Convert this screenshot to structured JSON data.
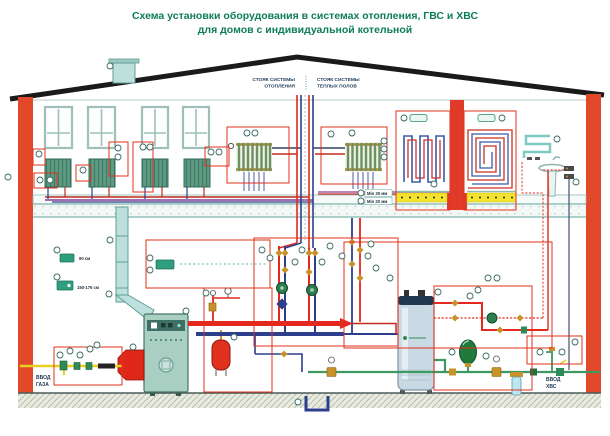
{
  "title": {
    "line1": "Схема установки оборудования в системах отопления, ГВС и ХВС",
    "line2": "для домов с индивидуальной котельной"
  },
  "risers": {
    "heating_line1": "СТОЯК СИСТЕМЫ",
    "heating_line2": "ОТОПЛЕНИЯ",
    "floors_line1": "СТОЯК СИСТЕМЫ",
    "floors_line2": "ТЕПЛЫХ ПОЛОВ"
  },
  "underfloor": {
    "screed_min": "Min 30 мм",
    "pipe_min": "Min 20 мм"
  },
  "mounting_heights": {
    "thermostat": "90 см",
    "panel": "150-175 см"
  },
  "inlets": {
    "gas_word1": "ВВОД",
    "gas_word2": "ГАЗА",
    "cold_water_word1": "ВВОД",
    "cold_water_word2": "ХВС"
  },
  "colors": {
    "title_green": "#0E7C5A",
    "wall_red": "#E2482A",
    "supply_red": "#E3281E",
    "return_blue": "#2C3E8C",
    "floor_heating_purple": "#8A3E8F",
    "cold_water_green": "#3E9960",
    "gas_yellow": "#E8D020",
    "insulation_yellow": "#F5E32C",
    "chimney_teal": "#BEE0DC",
    "callout_red": "#E3301E",
    "label_navy": "#1E3550"
  }
}
